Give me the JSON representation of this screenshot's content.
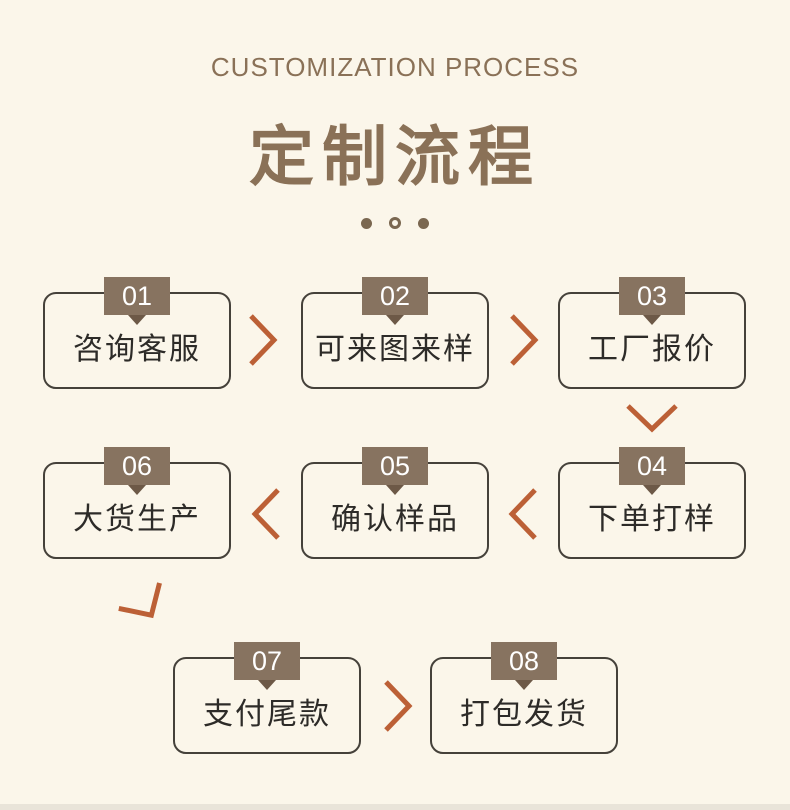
{
  "page": {
    "background_color": "#fbf6ea",
    "title_color": "#8a7157",
    "tag_color": "#877360",
    "tag_tail_color": "#6d5947",
    "arrow_color": "#bc6036",
    "box_border_color": "#45413a",
    "box_text_color": "#2d2b28"
  },
  "header": {
    "subtitle": "CUSTOMIZATION PROCESS",
    "title": "定制流程"
  },
  "steps": [
    {
      "number": "01",
      "label": "咨询客服"
    },
    {
      "number": "02",
      "label": "可来图来样"
    },
    {
      "number": "03",
      "label": "工厂报价"
    },
    {
      "number": "04",
      "label": "下单打样"
    },
    {
      "number": "05",
      "label": "确认样品"
    },
    {
      "number": "06",
      "label": "大货生产"
    },
    {
      "number": "07",
      "label": "支付尾款"
    },
    {
      "number": "08",
      "label": "打包发货"
    }
  ]
}
